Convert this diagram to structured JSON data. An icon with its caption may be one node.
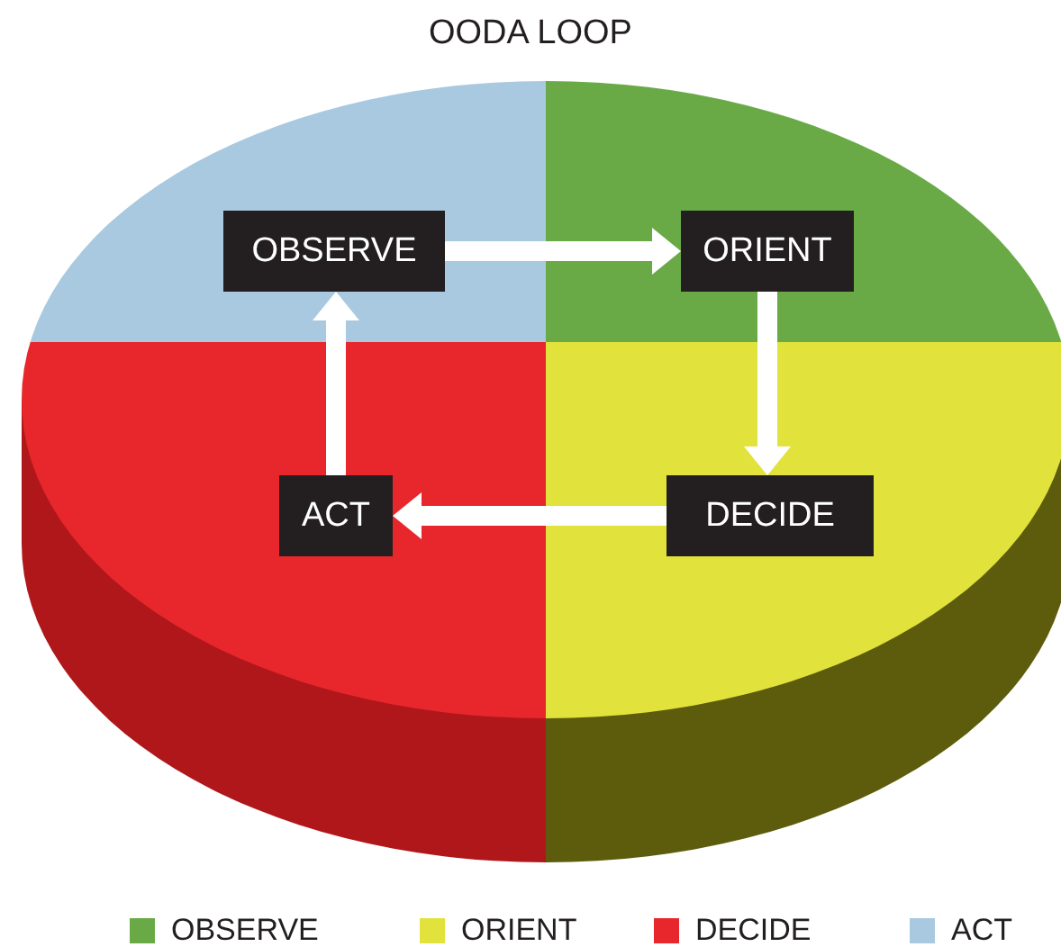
{
  "diagram": {
    "title": "OODA LOOP",
    "nodes": [
      {
        "text": [
          "OBSERVE"
        ]
      },
      {
        "text": [
          "ORIENT"
        ]
      },
      {
        "text": [
          "DECIDE"
        ]
      },
      {
        "text": [
          "ACT"
        ]
      }
    ],
    "edges": [
      {
        "from": 0,
        "to": 1,
        "arrow": "to"
      },
      {
        "from": 1,
        "to": 2,
        "arrow": "to"
      },
      {
        "from": 2,
        "to": 3,
        "arrow": "to"
      },
      {
        "from": 3,
        "to": 0,
        "arrow": "to"
      }
    ],
    "legend": [
      {
        "text": "OBSERVE",
        "color": "#69aa47"
      },
      {
        "text": "ORIENT",
        "color": "#e2e23c"
      },
      {
        "text": "DECIDE",
        "color": "#e8272c"
      },
      {
        "text": "ACT",
        "color": "#a8c9e0"
      }
    ]
  }
}
